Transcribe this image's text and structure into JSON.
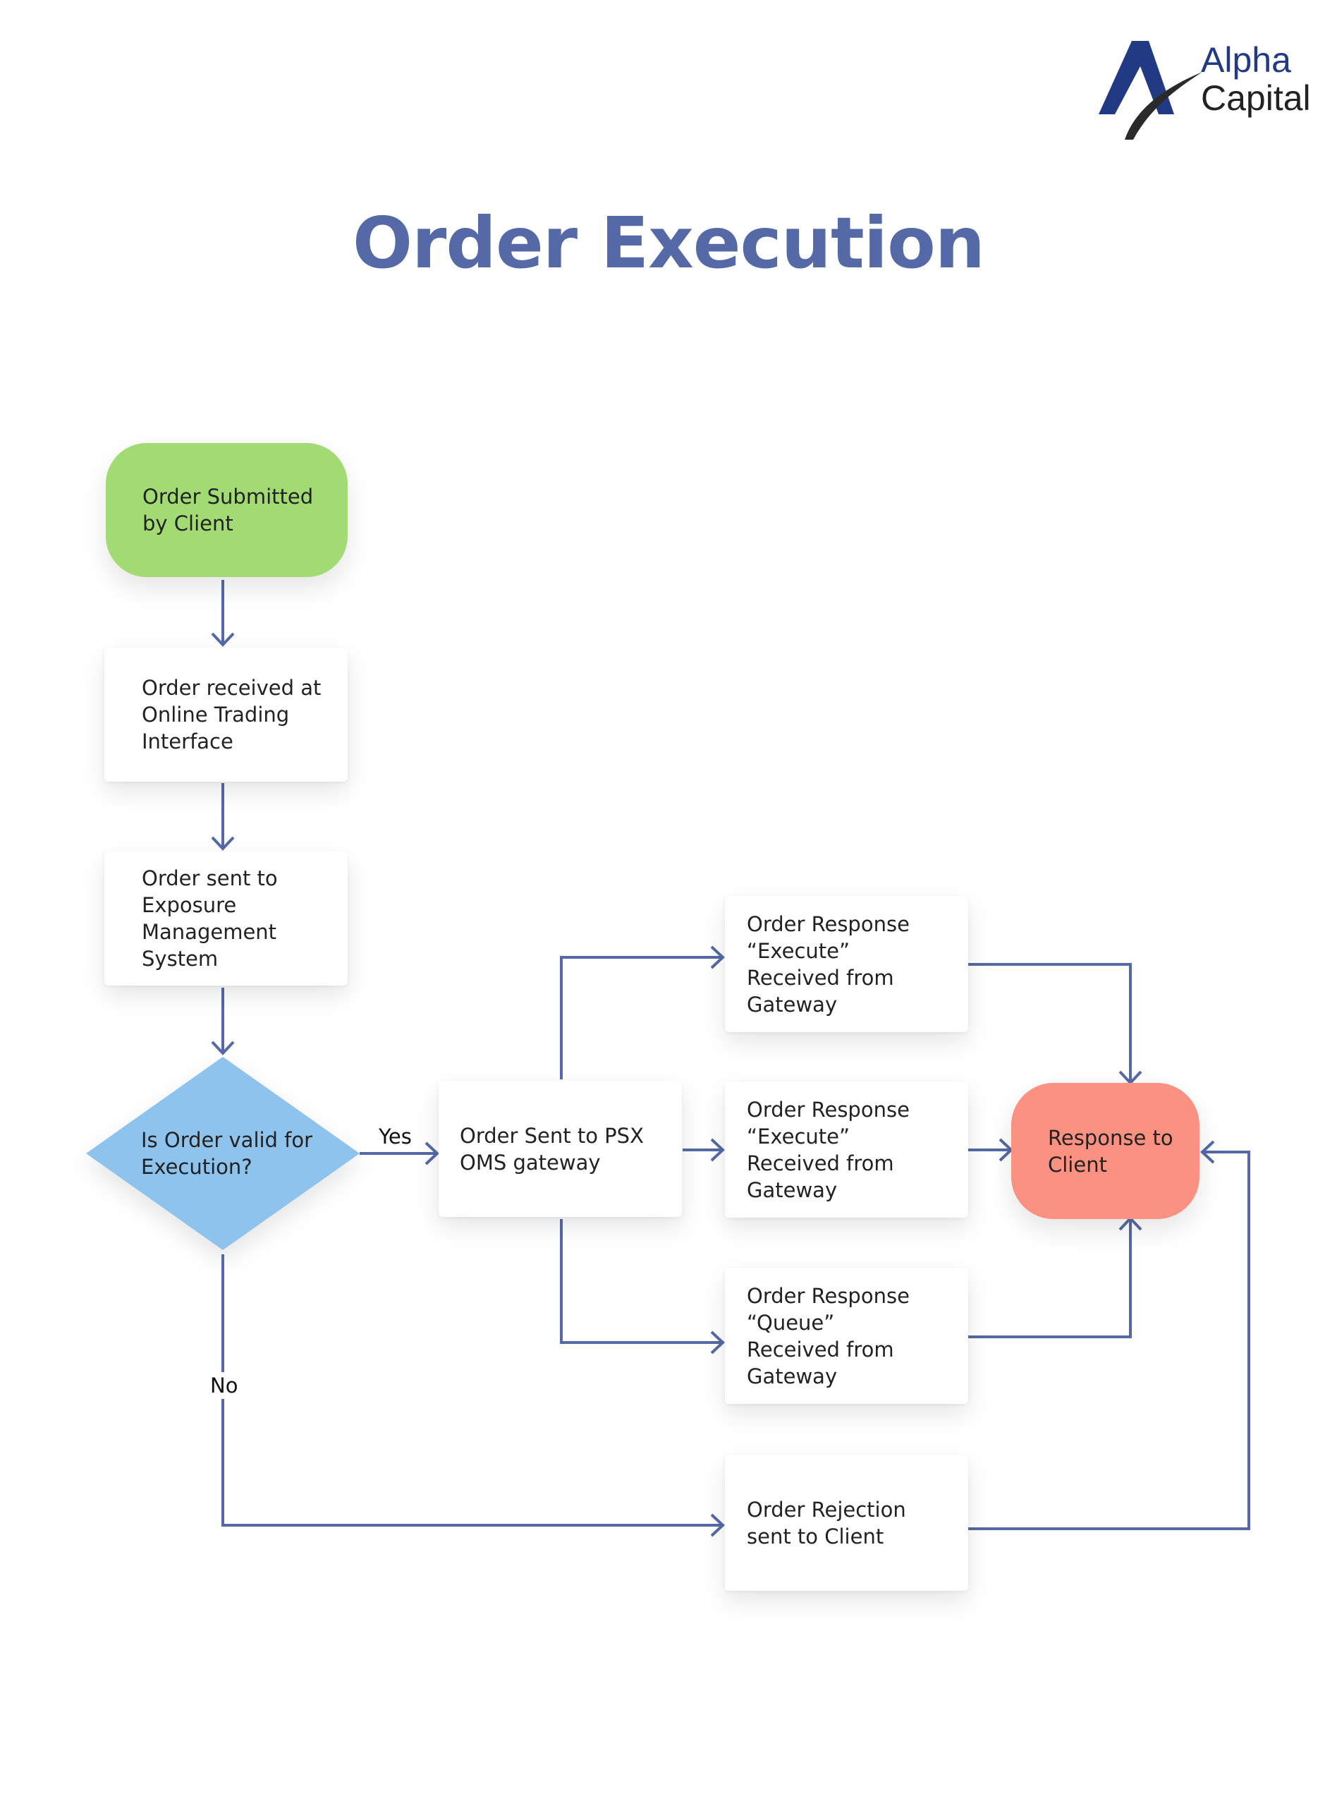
{
  "logo": {
    "line1": "Alpha",
    "line2": "Capital",
    "brand_color": "#223a84"
  },
  "title": "Order Execution",
  "nodes": {
    "start": "Order Submitted by Client",
    "received": "Order received at Online Trading Interface",
    "exposure": "Order sent to Exposure Management System",
    "decision": "Is Order valid for Execution?",
    "psx": "Order Sent to PSX OMS gateway",
    "resp_execute_1": "Order Response “Execute” Received from Gateway",
    "resp_execute_2": "Order Response “Execute” Received from Gateway",
    "resp_queue": "Order Response “Queue” Received from Gateway",
    "rejection": "Order Rejection sent to Client",
    "response": "Response to Client"
  },
  "edge_labels": {
    "yes": "Yes",
    "no": "No"
  },
  "colors": {
    "title": "#5469a6",
    "connector": "#5469a6",
    "start_fill": "#a2db73",
    "decision_fill": "#8dc3ec",
    "response_fill": "#fa9181"
  }
}
